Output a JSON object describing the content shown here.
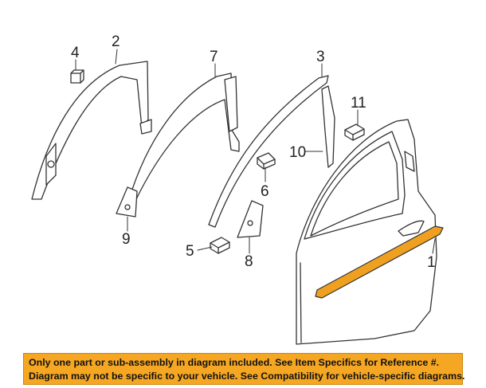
{
  "callouts": {
    "c1": "1",
    "c2": "2",
    "c3": "3",
    "c4": "4",
    "c5": "5",
    "c6": "6",
    "c7": "7",
    "c8": "8",
    "c9": "9",
    "c10": "10",
    "c11": "11"
  },
  "disclaimer": {
    "line1": "Only one part or sub-assembly in diagram included. See Item Specifics for Reference #.",
    "line2": "Diagram may not be specific to your vehicle. See Compatibility for vehicle-specific diagrams."
  },
  "colors": {
    "highlight_part": "#f0a020",
    "disclaimer_bg": "#f5a623",
    "line_art": "#333333"
  }
}
